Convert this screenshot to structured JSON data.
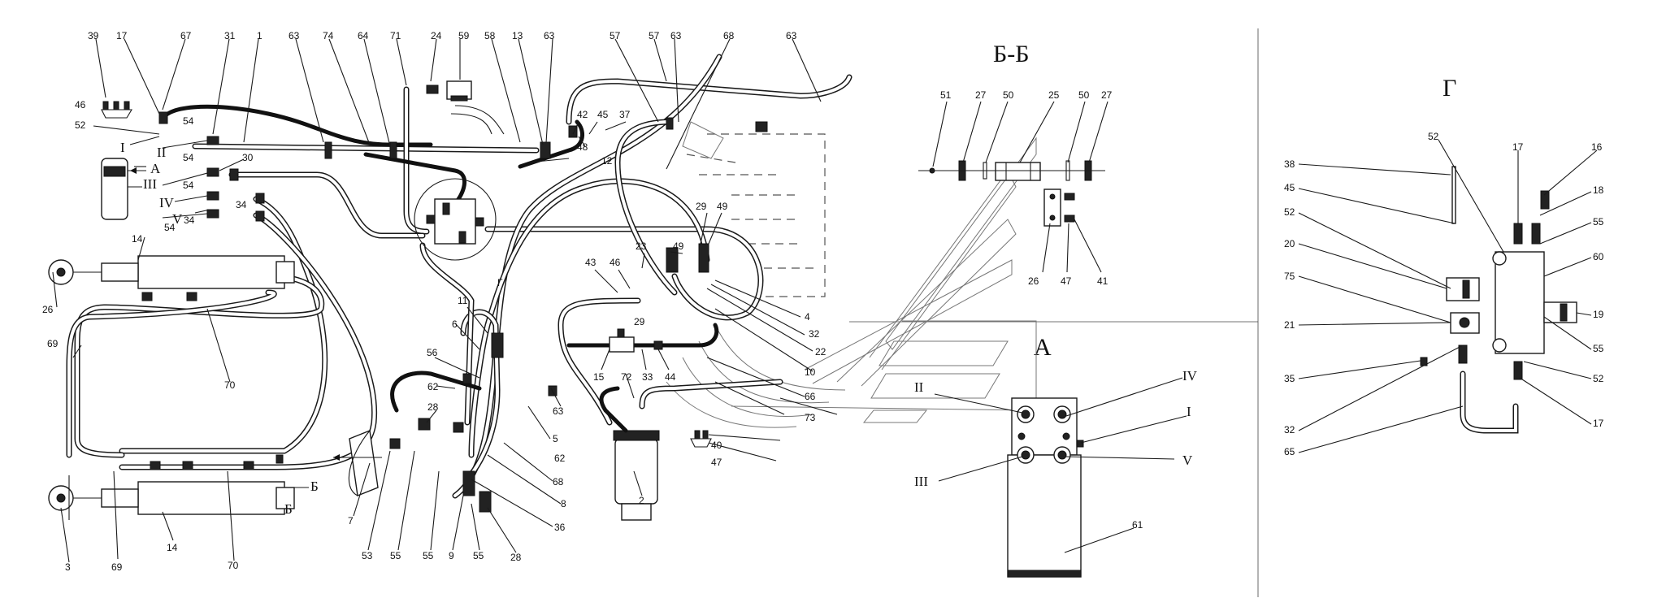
{
  "views": {
    "section": "Б-Б",
    "detail_g": "Г",
    "detail_a": "А"
  },
  "arrows": {
    "a": "А",
    "b_top": "Б",
    "b_bottom": "Б"
  },
  "callouts": {
    "main": [
      "39",
      "17",
      "67",
      "31",
      "1",
      "63",
      "74",
      "64",
      "71",
      "24",
      "59",
      "58",
      "13",
      "63",
      "57",
      "57",
      "63",
      "68",
      "63",
      "46",
      "52",
      "54",
      "54",
      "30",
      "54",
      "54",
      "34",
      "34",
      "14",
      "26",
      "69",
      "70",
      "3",
      "69",
      "14",
      "70",
      "12",
      "42",
      "45",
      "37",
      "48",
      "29",
      "49",
      "43",
      "46",
      "23",
      "49",
      "11",
      "6",
      "56",
      "62",
      "28",
      "7",
      "53",
      "55",
      "55",
      "9",
      "55",
      "28",
      "36",
      "8",
      "68",
      "62",
      "5",
      "63",
      "72",
      "15",
      "33",
      "44",
      "2",
      "40",
      "47",
      "29",
      "4",
      "32",
      "22",
      "10",
      "66",
      "73",
      "Г"
    ],
    "section_bb": [
      "51",
      "27",
      "50",
      "25",
      "50",
      "27",
      "26",
      "47",
      "41"
    ],
    "detail_g": [
      "52",
      "17",
      "16",
      "38",
      "45",
      "18",
      "52",
      "55",
      "60",
      "20",
      "75",
      "19",
      "21",
      "55",
      "35",
      "52",
      "32",
      "17",
      "65"
    ],
    "detail_a": [
      "61"
    ]
  },
  "roman_ports": {
    "main": [
      "I",
      "II",
      "III",
      "IV",
      "V"
    ],
    "detail_a": [
      "II",
      "IV",
      "I",
      "III",
      "V"
    ]
  }
}
